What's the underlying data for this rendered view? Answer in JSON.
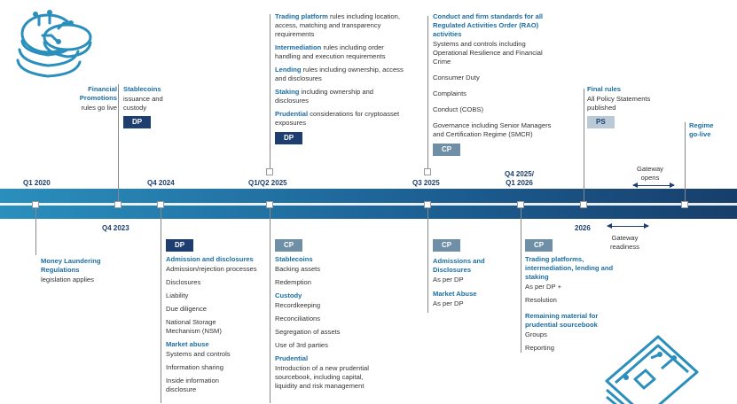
{
  "quarters": {
    "q1_2020": "Q1 2020",
    "q4_2023": "Q4 2023",
    "q4_2024": "Q4 2024",
    "q1q2_2025": "Q1/Q2 2025",
    "q3_2025": "Q3 2025",
    "q4_2025_line1": "Q4 2025/",
    "q4_2025_line2": "Q1 2026",
    "y2026": "2026"
  },
  "gateway": {
    "opens": "Gateway\nopens",
    "readiness": "Gateway\nreadiness"
  },
  "top": {
    "financial_promotions": {
      "title": "Financial\nPromotions",
      "desc": "rules go live"
    },
    "stablecoins": {
      "title": "Stablecoins",
      "desc": "issuance and\ncustody",
      "tag": "DP"
    },
    "trading": {
      "items": [
        {
          "bold": "Trading platform",
          "rest": " rules including location, access, matching and transparency requirements"
        },
        {
          "bold": "Intermediation",
          "rest": " rules including order handling and execution requirements"
        },
        {
          "bold": "Lending",
          "rest": " rules including ownership, access and disclosures"
        },
        {
          "bold": "Staking",
          "rest": " including ownership and disclosures"
        },
        {
          "bold": "Prudential",
          "rest": " considerations for cryptoasset exposures"
        }
      ],
      "tag": "DP"
    },
    "conduct": {
      "title": "Conduct and firm standards for all Regulated Activities Order (RAO) activities",
      "items": [
        "Systems and controls including Operational Resilience and Financial Crime",
        "Consumer Duty",
        "Complaints",
        "Conduct (COBS)",
        "Governance including Senior Managers and Certification Regime (SMCR)"
      ],
      "tag": "CP"
    },
    "final_rules": {
      "title": "Final rules",
      "desc": "All Policy Statements published",
      "tag": "PS"
    },
    "regime": {
      "title": "Regime\ngo-live"
    }
  },
  "bottom": {
    "aml": {
      "title": "Money Laundering\nRegulations",
      "desc": "legislation applies"
    },
    "admission": {
      "tag": "DP",
      "sections": [
        {
          "title": "Admission and disclosures",
          "items": [
            "Admission/rejection processes",
            "Disclosures",
            "Liability",
            "Due diligence",
            "National Storage Mechanism (NSM)"
          ]
        },
        {
          "title": "Market abuse",
          "items": [
            "Systems and controls",
            "Information sharing",
            "Inside information disclosure"
          ]
        }
      ]
    },
    "stablecoins_cp": {
      "tag": "CP",
      "sections": [
        {
          "title": "Stablecoins",
          "items": [
            "Backing assets",
            "Redemption"
          ]
        },
        {
          "title": "Custody",
          "items": [
            "Recordkeeping",
            "Reconciliations",
            "Segregation of assets",
            "Use of 3rd parties"
          ]
        },
        {
          "title": "Prudential",
          "items": [
            "Introduction of a new prudential sourcebook, including capital, liquidity and risk management"
          ]
        }
      ]
    },
    "admissions_cp": {
      "tag": "CP",
      "sections": [
        {
          "title": "Admissions and Disclosures",
          "items": [
            "As per DP"
          ]
        },
        {
          "title": "Market Abuse",
          "items": [
            "As per DP"
          ]
        }
      ]
    },
    "trading_cp": {
      "tag": "CP",
      "sections": [
        {
          "title": "Trading platforms, intermediation, lending and staking",
          "items": [
            "As per DP +",
            "Resolution"
          ]
        },
        {
          "title": "Remaining material for prudential sourcebook",
          "items": [
            "Groups",
            "Reporting"
          ]
        }
      ]
    }
  },
  "colors": {
    "navy": "#1d3e6e",
    "teal": "#2a8fbd",
    "cp_tag": "#6e8fa6",
    "ps_tag": "#b9cad6"
  },
  "icons": {
    "top_left": "coins-circuit-icon",
    "bottom_right": "banknotes-circuit-icon"
  }
}
